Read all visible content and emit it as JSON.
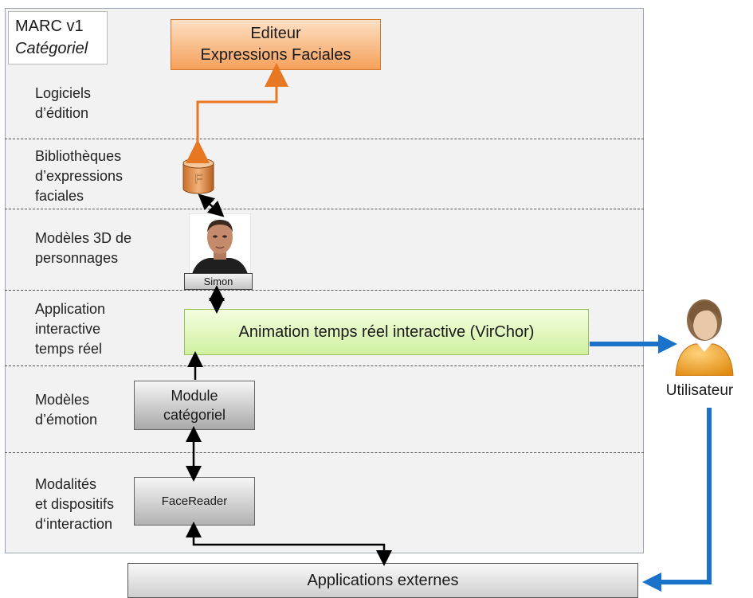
{
  "title": {
    "line1": "MARC v1",
    "line2": "Catégoriel"
  },
  "layers": [
    {
      "lines": [
        "Logiciels",
        "d’édition"
      ]
    },
    {
      "lines": [
        "Bibliothèques",
        "d’expressions",
        "faciales"
      ]
    },
    {
      "lines": [
        "Modèles 3D de",
        "personnages"
      ]
    },
    {
      "lines": [
        "Application",
        "interactive",
        "temps réel"
      ]
    },
    {
      "lines": [
        "Modèles",
        "d’émotion"
      ]
    },
    {
      "lines": [
        "Modalités",
        "et dispositifs",
        "d‘interaction"
      ]
    }
  ],
  "boxes": {
    "editor": {
      "line1": "Editeur",
      "line2": "Expressions Faciales"
    },
    "animation": "Animation temps réel interactive (VirChor)",
    "module": {
      "line1": "Module",
      "line2": "catégoriel"
    },
    "facereader": "FaceReader",
    "external": "Applications externes",
    "simon": "Simon",
    "db_letter": "F"
  },
  "user": {
    "label": "Utilisateur"
  },
  "colors": {
    "orange_arrow": "#e87722",
    "blue_arrow": "#1a73c8",
    "black_arrow": "#000000"
  },
  "icons": [
    "database-icon",
    "avatar-image",
    "user-icon"
  ]
}
